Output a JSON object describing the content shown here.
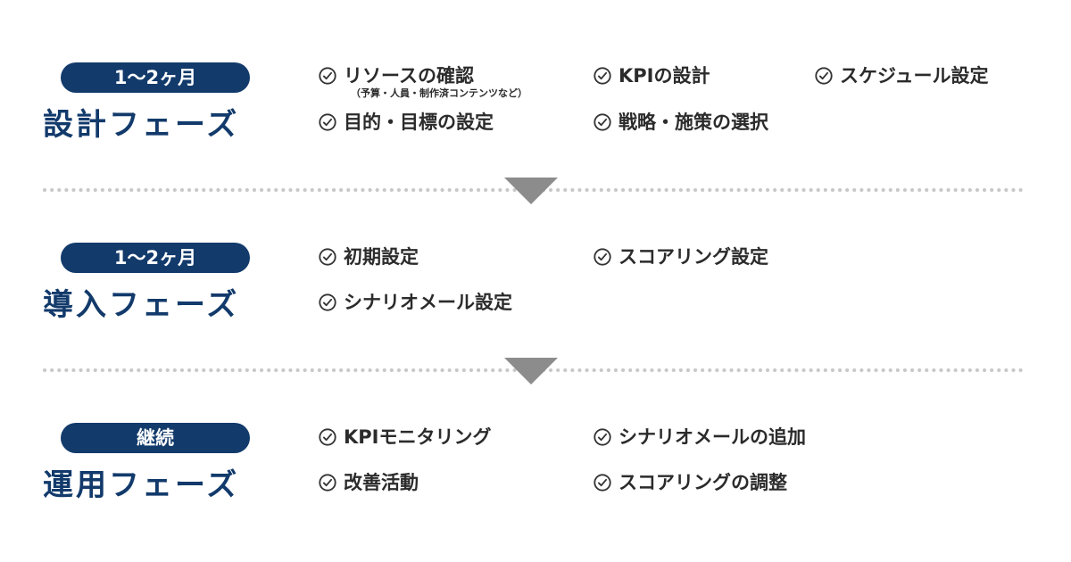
{
  "phases": [
    {
      "duration": "1〜2ヶ月",
      "name": "設計フェーズ",
      "items": [
        {
          "label": "リソースの確認",
          "note": "（予算・人員・制作済コンテンツなど）"
        },
        {
          "label": "KPIの設計",
          "note": ""
        },
        {
          "label": "スケジュール設定",
          "note": ""
        },
        {
          "label": "目的・目標の設定",
          "note": ""
        },
        {
          "label": "戦略・施策の選択",
          "note": ""
        }
      ]
    },
    {
      "duration": "1〜2ヶ月",
      "name": "導入フェーズ",
      "items": [
        {
          "label": "初期設定",
          "note": ""
        },
        {
          "label": "スコアリング設定",
          "note": ""
        },
        {
          "label": "シナリオメール設定",
          "note": ""
        }
      ]
    },
    {
      "duration": "継続",
      "name": "運用フェーズ",
      "items": [
        {
          "label": "KPIモニタリング",
          "note": ""
        },
        {
          "label": "シナリオメールの追加",
          "note": ""
        },
        {
          "label": "改善活動",
          "note": ""
        },
        {
          "label": "スコアリングの調整",
          "note": ""
        }
      ]
    }
  ],
  "colors": {
    "primary": "#123a6b",
    "text": "#2b2b2b",
    "arrow": "#8c8c8c",
    "dots": "#c8c8c8"
  },
  "icons": {
    "check": "check-circle-icon",
    "arrow": "triangle-down-icon"
  }
}
